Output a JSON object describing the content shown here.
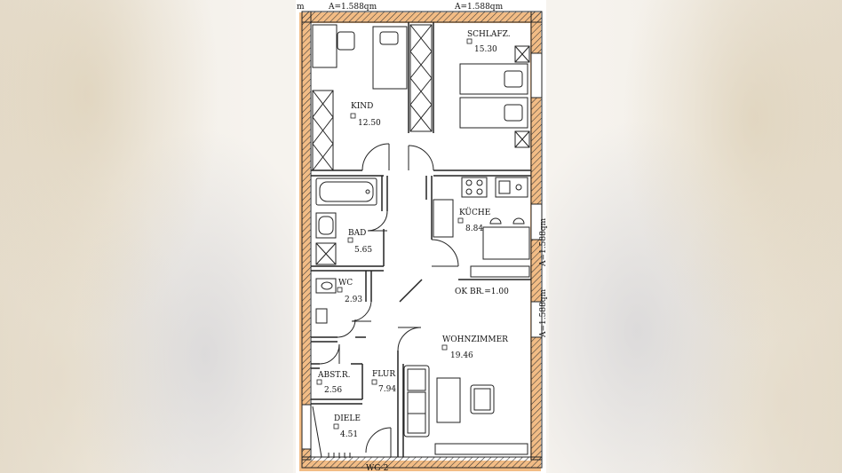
{
  "plan": {
    "top_dims": [
      "A=1.588qm",
      "A=1.588qm"
    ],
    "side_dims": [
      "A=1.588qm",
      "A=1.588qm"
    ],
    "edge_mark": "m",
    "rooms": [
      {
        "name": "KIND",
        "area": "12.50"
      },
      {
        "name": "SCHLAFZ.",
        "area": "15.30"
      },
      {
        "name": "BAD",
        "area": "5.65"
      },
      {
        "name": "KÜCHE",
        "area": "8.84"
      },
      {
        "name": "WC",
        "area": "2.93"
      },
      {
        "name": "WOHNZIMMER",
        "area": "19.46"
      },
      {
        "name": "ABST.R.",
        "area": "2.56"
      },
      {
        "name": "FLUR",
        "area": "7.94"
      },
      {
        "name": "DIELE",
        "area": "4.51"
      }
    ],
    "window_note": "OK BR.=1.00",
    "entrance_label": "WG-2",
    "colors": {
      "wall_highlight": "#f0b070",
      "line": "#1a1a1a"
    }
  }
}
